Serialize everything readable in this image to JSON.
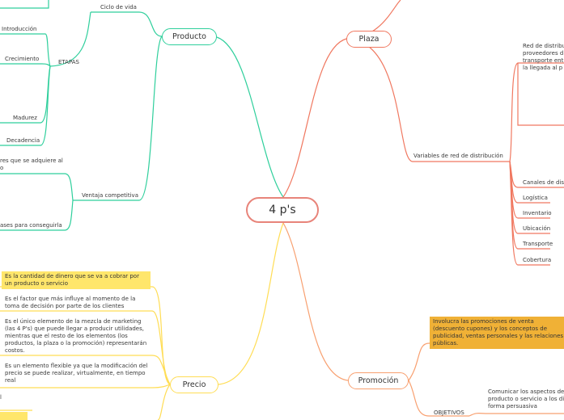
{
  "central": "4 p's",
  "branches": {
    "producto": "Producto",
    "plaza": "Plaza",
    "precio": "Precio",
    "promocion": "Promoción"
  },
  "producto": {
    "ciclo_vida": "Ciclo de vida",
    "etapas": "ETAPAS",
    "introduccion": "Introducción",
    "crecimiento": "Crecimiento",
    "madurez": "Madurez",
    "decadencia": "Decadencia",
    "ventaja": "Ventaja competitiva",
    "ventaja_text1": "res que se adquiere al\no",
    "ventaja_text2": "ases para conseguirla"
  },
  "plaza": {
    "variables": "Variables de red de distribución",
    "red_text": "Red de distribu\nproveedores d\ntransporte entr\nla llegada al p",
    "items": [
      "Canales de distr",
      "Logística",
      "Inventario",
      "Ubicación",
      "Transporte",
      "Cobertura"
    ]
  },
  "precio": {
    "def": "Es la cantidad de dinero que se va a cobrar por un producto o servicio",
    "factor": "Es el factor que más influye al momento de la toma de decisión por parte de los clientes",
    "unico": "Es el único elemento de la mezcla de marketing (las 4 P's) que puede llegar a producir utilidades, mientras que el resto de los elementos (los productos, la plaza o la promoción) representarán costos.",
    "flexible": "Es un elemento flexible ya que la modificación del precio se puede realizar, virtualmente, en tiempo real",
    "fragment": "l"
  },
  "promocion": {
    "def": "Involucra las promociones de venta (descuento cupones) y los conceptos de publicidad, ventas personales y las relaciones públicas.",
    "objetivos": "OBJETIVOS",
    "comunicar": "Comunicar los aspectos de\nproducto o servicio a los di\nforma persuasiva"
  }
}
